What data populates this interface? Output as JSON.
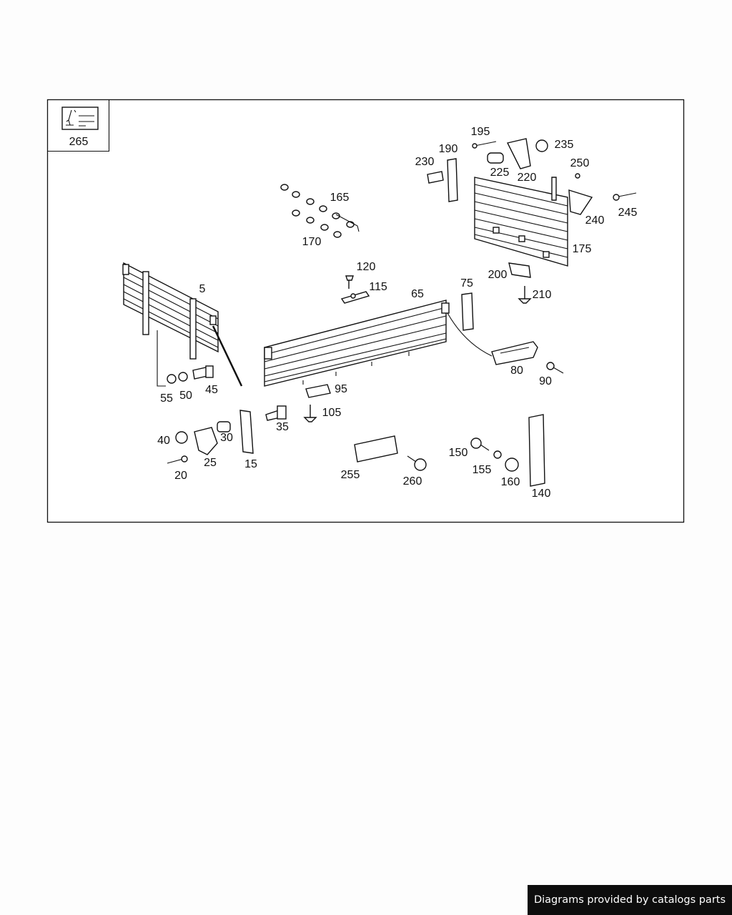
{
  "inset": {
    "label": "265",
    "icon": "chain-hook-icon"
  },
  "callouts": {
    "p5": "5",
    "p15": "15",
    "p20": "20",
    "p25": "25",
    "p30": "30",
    "p35": "35",
    "p40": "40",
    "p45": "45",
    "p50": "50",
    "p55": "55",
    "p65": "65",
    "p75": "75",
    "p80": "80",
    "p90": "90",
    "p95": "95",
    "p105": "105",
    "p115": "115",
    "p120": "120",
    "p140": "140",
    "p150": "150",
    "p155": "155",
    "p160": "160",
    "p165": "165",
    "p170": "170",
    "p175": "175",
    "p190": "190",
    "p195": "195",
    "p200": "200",
    "p210": "210",
    "p220": "220",
    "p225": "225",
    "p230": "230",
    "p235": "235",
    "p240": "240",
    "p245": "245",
    "p250": "250",
    "p255": "255",
    "p260": "260"
  },
  "footer": {
    "text": "Diagrams provided by catalogs parts"
  }
}
